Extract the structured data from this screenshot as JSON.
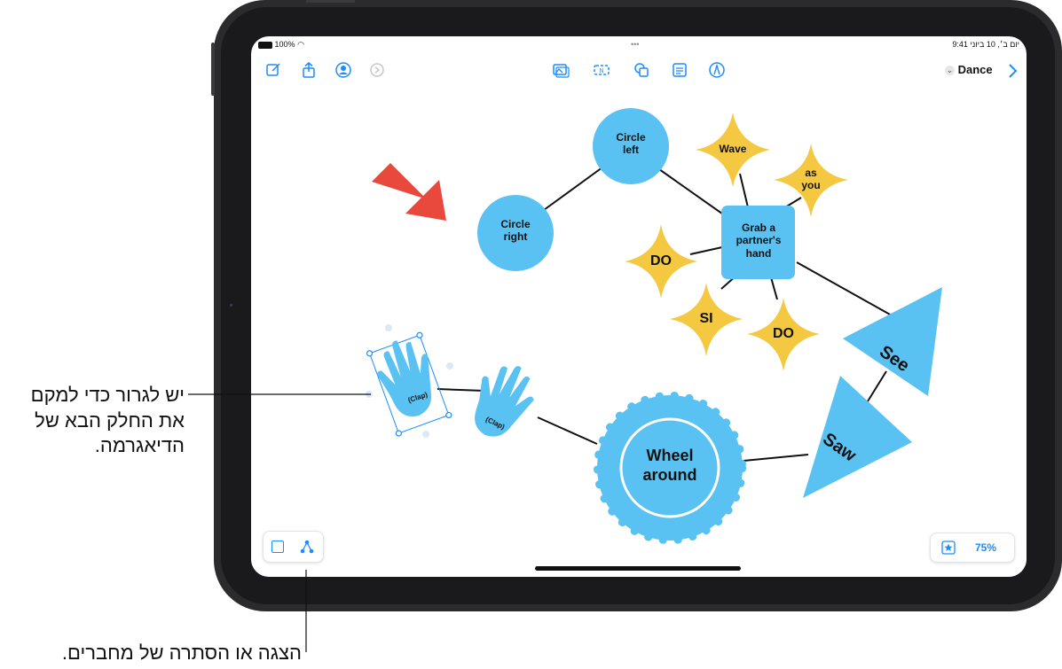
{
  "status_bar": {
    "battery": "100%",
    "time": "9:41",
    "date": "יום ב׳, 10 ביוני"
  },
  "toolbar": {
    "board_name": "Dance",
    "more_dots": "•••"
  },
  "diagram": {
    "circle_left": [
      "Circle",
      "left"
    ],
    "circle_right": [
      "Circle",
      "right"
    ],
    "wave": "Wave",
    "as_you": [
      "as",
      "you"
    ],
    "grab": [
      "Grab a",
      "partner's",
      "hand"
    ],
    "do_1": "DO",
    "si": "SI",
    "do_2": "DO",
    "see": "See",
    "saw": "Saw",
    "wheel": [
      "Wheel",
      "around"
    ],
    "clap_1": "(Clap)",
    "clap_2": "(Clap)"
  },
  "zoom": "75%",
  "callouts": {
    "drag": [
      "יש לגרור כדי למקם",
      "את החלק הבא של",
      "הדיאגרמה."
    ],
    "connectors": "הצגה או הסתרה של מחברים."
  },
  "colors": {
    "shape_blue": "#5ac2f2",
    "star_yellow": "#f5c842",
    "arrow_red": "#e9493d",
    "accent": "#1a8cff"
  }
}
